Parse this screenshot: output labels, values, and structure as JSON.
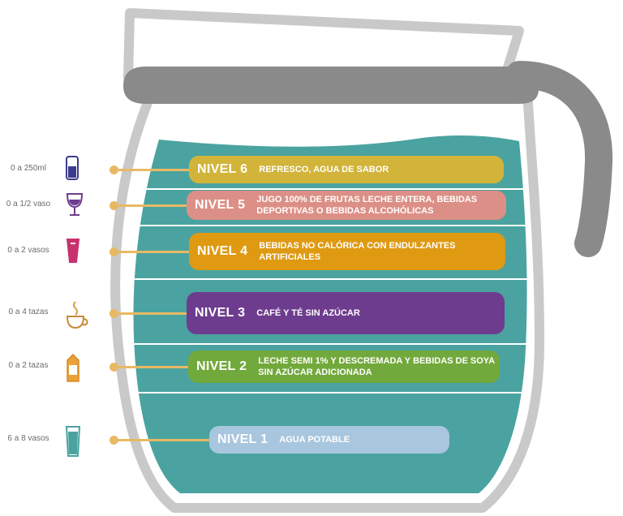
{
  "colors": {
    "water": "#4aa3a0",
    "water_dark": "#3a8c89",
    "pitcher_outline": "#c9c9c9",
    "handle": "#8a8a8a",
    "connector": "#e8b964"
  },
  "levels": [
    {
      "label": "NIVEL 6",
      "description": "REFRESCO, AGUA DE SABOR",
      "amount": "0 a 250ml",
      "icon": "soda-glass-icon",
      "color": "#d2b43a"
    },
    {
      "label": "NIVEL 5",
      "description": "JUGO 100% DE FRUTAS LECHE ENTERA, BEBIDAS DEPORTIVAS O BEBIDAS ALCOHÓLICAS",
      "amount": "0 a 1/2 vaso",
      "icon": "wine-glass-icon",
      "color": "#dc8f86"
    },
    {
      "label": "NIVEL 4",
      "description": "BEBIDAS NO CALÓRICA CON ENDULZANTES ARTIFICIALES",
      "amount": "0 a 2 vasos",
      "icon": "soda-cup-icon",
      "color": "#df9a12"
    },
    {
      "label": "NIVEL 3",
      "description": "CAFÉ Y TÉ SIN AZÚCAR",
      "amount": "0 a 4 tazas",
      "icon": "coffee-cup-icon",
      "color": "#6e3c8e"
    },
    {
      "label": "NIVEL 2",
      "description": "LECHE SEMI 1% Y DESCREMADA Y BEBIDAS DE SOYA SIN AZÚCAR ADICIONADA",
      "amount": "0 a 2 tazas",
      "icon": "milk-carton-icon",
      "color": "#72a93c"
    },
    {
      "label": "NIVEL 1",
      "description": "AGUA POTABLE",
      "amount": "6 a 8 vasos",
      "icon": "water-glass-icon",
      "color": "#a8c6de"
    }
  ]
}
